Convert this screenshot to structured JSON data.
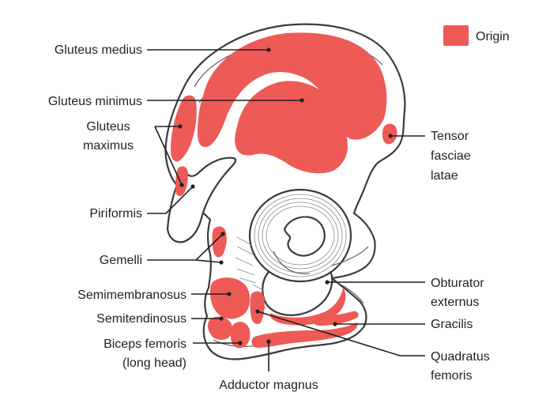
{
  "colors": {
    "origin": "#ee5a55",
    "bone_outline": "#3a3a3a",
    "text": "#231f20"
  },
  "legend": {
    "label": "Origin"
  },
  "labels": {
    "gluteus_medius": "Gluteus medius",
    "gluteus_minimus": "Gluteus minimus",
    "gluteus_maximus_1": "Gluteus",
    "gluteus_maximus_2": "maximus",
    "piriformis": "Piriformis",
    "gemelli": "Gemelli",
    "semimembranosus": "Semimembranosus",
    "semitendinosus": "Semitendinosus",
    "biceps_femoris_1": "Biceps femoris",
    "biceps_femoris_2": "(long head)",
    "adductor_magnus": "Adductor magnus",
    "tensor_1": "Tensor",
    "tensor_2": "fasciae",
    "tensor_3": "latae",
    "obturator_1": "Obturator",
    "obturator_2": "externus",
    "gracilis": "Gracilis",
    "quadratus_1": "Quadratus",
    "quadratus_2": "femoris"
  }
}
